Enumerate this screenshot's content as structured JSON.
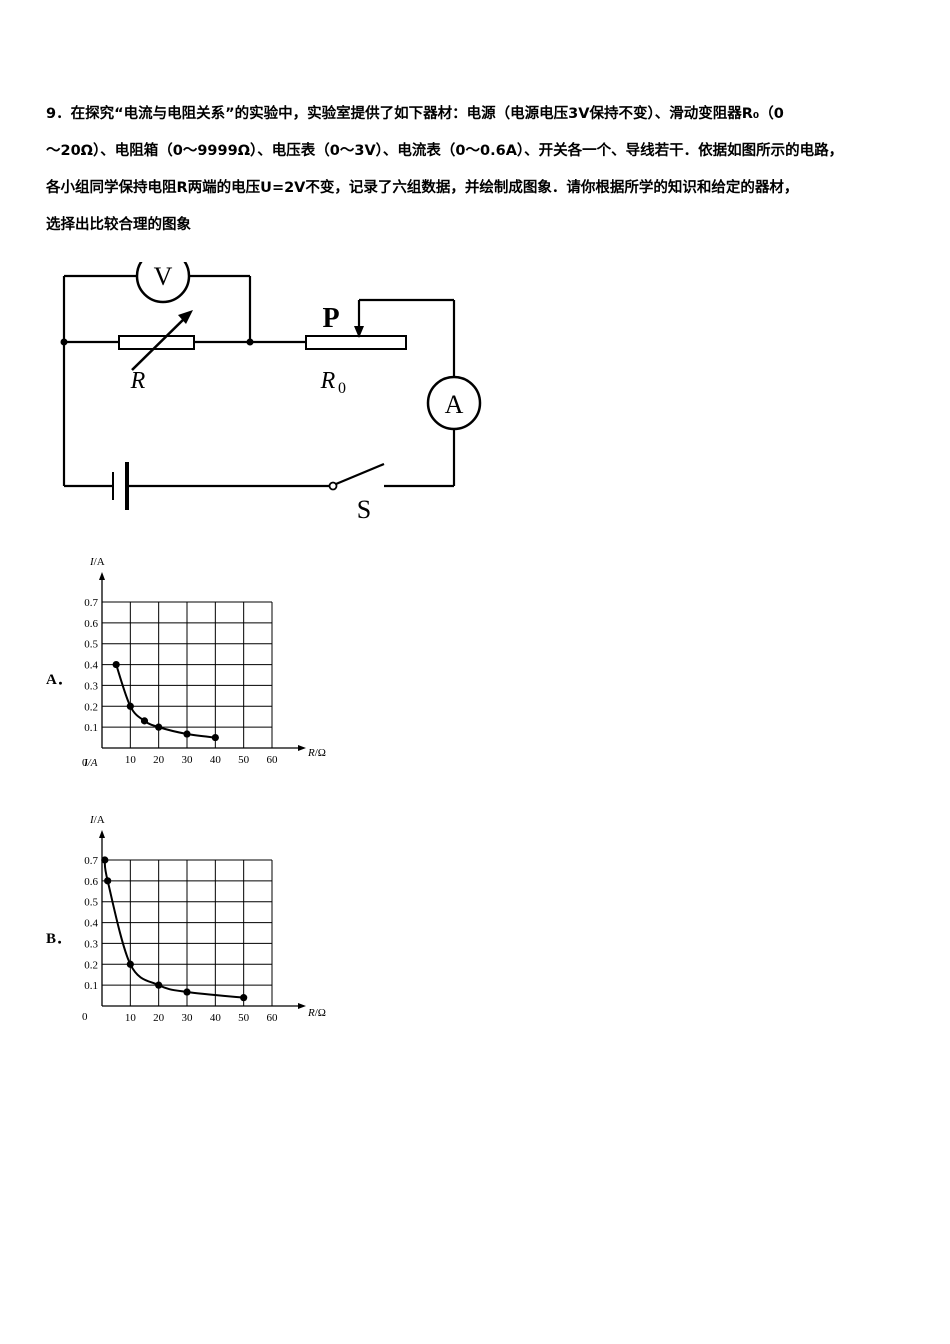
{
  "question": {
    "lines": [
      "9．在探究“电流与电阻关系”的实验中，实验室提供了如下器材：电源（电源电压3V保持不变）、滑动变阻器R₀（0",
      "～20Ω）、电阻箱（0～9999Ω）、电压表（0～3V）、电流表（0～0.6A）、开关各一个、导线若干．依据如图所示的电路，",
      "各小组同学保持电阻R两端的电压U=2V不变，记录了六组数据，并绘制成图象．请你根据所学的知识和给定的器材，",
      "选择出比较合理的图象"
    ]
  },
  "circuit": {
    "voltmeter": "V",
    "ammeter": "A",
    "slider": "P",
    "resistor": "R",
    "rheostat": "R",
    "rheostat_sub": "0",
    "switch": "S"
  },
  "options": [
    {
      "label": "A．"
    },
    {
      "label": "B．"
    }
  ],
  "chart_data": [
    {
      "type": "line",
      "option": "A",
      "ylabel_italic": "I",
      "ylabel_unit": "/A",
      "xlabel_italic": "R",
      "xlabel_unit": "/Ω",
      "origin_label": "0",
      "overlap_label": "I/A",
      "xticks": [
        "10",
        "20",
        "30",
        "40",
        "50",
        "60"
      ],
      "yticks": [
        "0.1",
        "0.2",
        "0.3",
        "0.4",
        "0.5",
        "0.6",
        "0.7"
      ],
      "xlim": [
        0,
        60
      ],
      "ylim": [
        0,
        0.7
      ],
      "grid": true,
      "points": [
        {
          "x": 5,
          "y": 0.4
        },
        {
          "x": 10,
          "y": 0.2
        },
        {
          "x": 15,
          "y": 0.13
        },
        {
          "x": 20,
          "y": 0.1
        },
        {
          "x": 30,
          "y": 0.067
        },
        {
          "x": 40,
          "y": 0.05
        }
      ]
    },
    {
      "type": "line",
      "option": "B",
      "ylabel_italic": "I",
      "ylabel_unit": "/A",
      "xlabel_italic": "R",
      "xlabel_unit": "/Ω",
      "origin_label": "0",
      "xticks": [
        "10",
        "20",
        "30",
        "40",
        "50",
        "60"
      ],
      "yticks": [
        "0.1",
        "0.2",
        "0.3",
        "0.4",
        "0.5",
        "0.6",
        "0.7"
      ],
      "xlim": [
        0,
        60
      ],
      "ylim": [
        0,
        0.7
      ],
      "grid": true,
      "points": [
        {
          "x": 1,
          "y": 0.7
        },
        {
          "x": 2,
          "y": 0.6
        },
        {
          "x": 10,
          "y": 0.2
        },
        {
          "x": 20,
          "y": 0.1
        },
        {
          "x": 30,
          "y": 0.067
        },
        {
          "x": 50,
          "y": 0.04
        }
      ]
    }
  ]
}
